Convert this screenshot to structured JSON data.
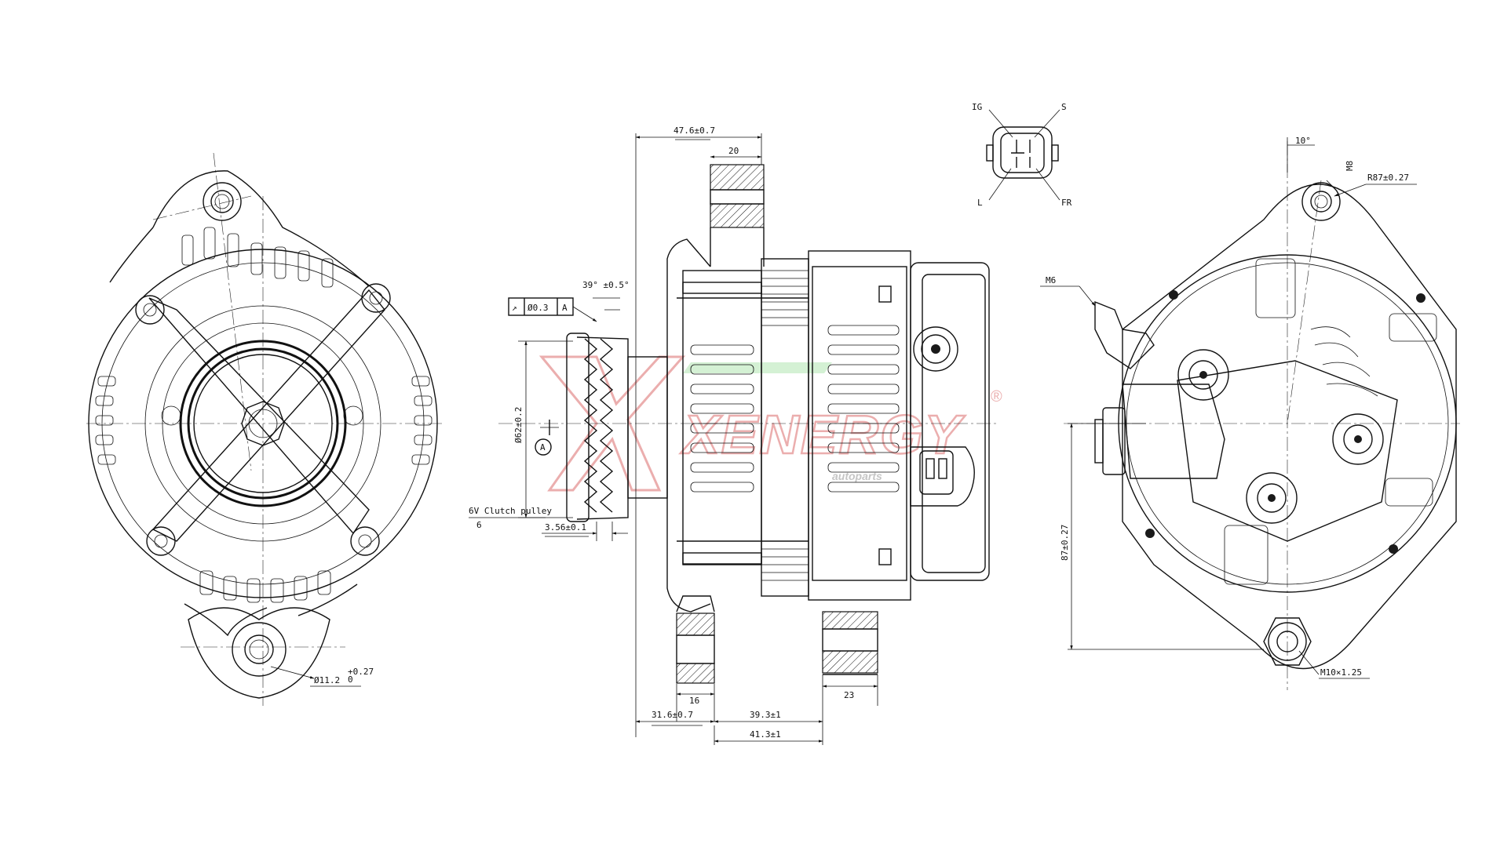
{
  "connector": {
    "pins": [
      "IG",
      "S",
      "L",
      "FR"
    ]
  },
  "watermark": {
    "brand": "XENERGY",
    "sub": "autoparts",
    "reg": "®",
    "color_red": "#e8a0a0",
    "color_green": "#8fd08f"
  },
  "front_view": {
    "hole_dim": "Ø11.2",
    "hole_tol_upper": "+0.27",
    "hole_tol_lower": "0"
  },
  "side_view": {
    "overall_width": "47.6±0.7",
    "top_ear_width": "20",
    "pulley_angle": "39° ±0.5°",
    "runout_symbol": "↗",
    "runout_value": "Ø0.3",
    "runout_datum": "A",
    "pulley_diameter": "Ø62±0.2",
    "datum_label": "A",
    "pulley_note": "6V Clutch pulley",
    "pulley_grooves": "6",
    "pulley_offset": "3.56±0.1",
    "bottom_left_dim": "31.6±0.7",
    "left_ear_width": "16",
    "mid_dim": "39.3±1",
    "right_ear_width": "23",
    "outer_dim": "41.3±1"
  },
  "rear_view": {
    "angle": "10°",
    "thread_top": "M8",
    "radius": "R87±0.27",
    "terminal": "M6",
    "height": "87±0.27",
    "thread_bottom": "M10×1.25"
  }
}
